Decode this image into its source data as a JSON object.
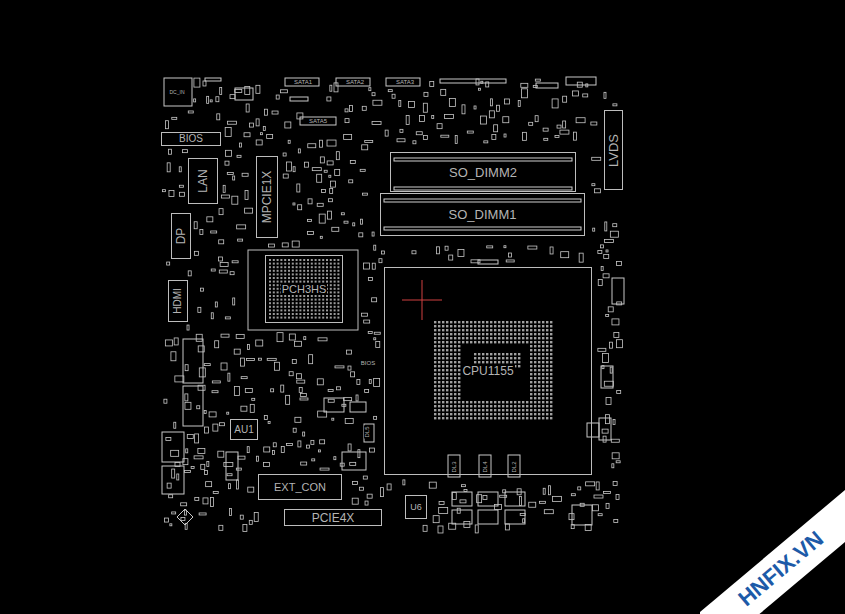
{
  "diagram": {
    "nodes": [
      {
        "text": [
          "SO_DIMM2"
        ]
      },
      {
        "text": [
          "SO_DIMM1"
        ]
      },
      {
        "text": [
          "LVDS"
        ]
      },
      {
        "text": [
          "LAN"
        ]
      },
      {
        "text": [
          "MPCIE1X"
        ]
      },
      {
        "text": [
          "DP"
        ]
      },
      {
        "text": [
          "HDMI"
        ]
      },
      {
        "text": [
          "PCH3HS"
        ]
      },
      {
        "text": [
          "CPU1155"
        ]
      },
      {
        "text": [
          "AU1"
        ]
      },
      {
        "text": [
          "EXT_CON"
        ]
      },
      {
        "text": [
          "PCIE4X"
        ]
      },
      {
        "text": [
          "BIOS"
        ]
      },
      {
        "text": [
          "U6"
        ]
      }
    ],
    "labels": [
      "DC_IN",
      "SATA1",
      "SATA2",
      "SATA3",
      "SATA5",
      "BIOS",
      "DL5",
      "DL3",
      "DL4",
      "DL2",
      "HNFIX.VN"
    ]
  }
}
